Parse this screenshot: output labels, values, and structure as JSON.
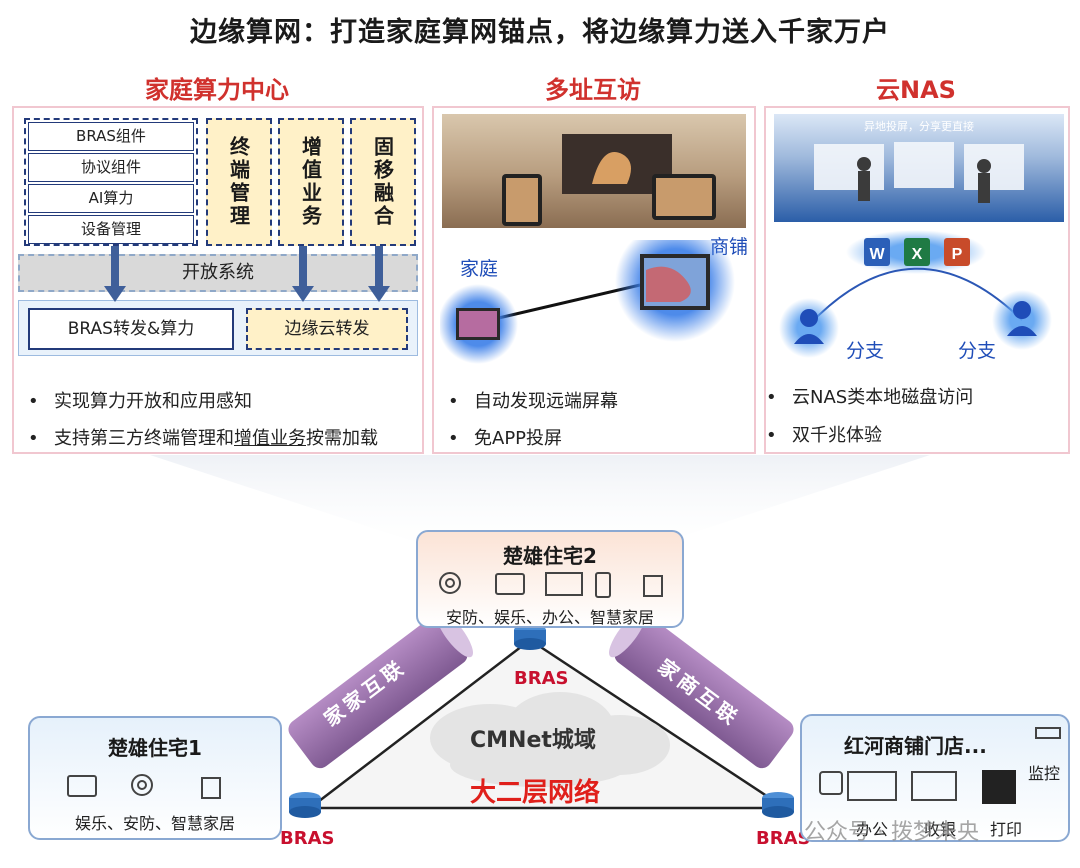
{
  "title": "边缘算网：打造家庭算网锚点，将边缘算力送入千家万户",
  "sections": {
    "home_compute": {
      "title": "家庭算力中心",
      "components": [
        "BRAS组件",
        "协议组件",
        "AI算力",
        "设备管理"
      ],
      "vertical_boxes": [
        "终端管理",
        "增值业务",
        "固移融合"
      ],
      "open_system": "开放系统",
      "forward_left": "BRAS转发&算力",
      "forward_right": "边缘云转发",
      "bullet1": "实现算力开放和应用感知",
      "bullet2_pre": "支持第三方终端管理和",
      "bullet2_underline": "增值业务",
      "bullet2_post": "按需加载"
    },
    "multi_site": {
      "title": "多址互访",
      "label_home": "家庭",
      "label_shop": "商铺",
      "bullet1": "自动发现远端屏幕",
      "bullet2": "免APP投屏"
    },
    "cloud_nas": {
      "title": "云NAS",
      "photo_caption": "异地投屏，分享更直接",
      "branch_left": "分支",
      "branch_right": "分支",
      "bullet1": "云NAS类本地磁盘访问",
      "bullet2": "双千兆体验",
      "office_icons": [
        "W",
        "X",
        "P"
      ]
    }
  },
  "network": {
    "top_site": {
      "title": "楚雄住宅2",
      "services": "安防、娱乐、办公、智慧家居"
    },
    "left_site": {
      "title": "楚雄住宅1",
      "services": "娱乐、安防、智慧家居"
    },
    "right_site": {
      "title": "红河商铺门店...",
      "monitor": "监控",
      "services": [
        "办公",
        "收银",
        "打印"
      ]
    },
    "bras": "BRAS",
    "cloud": "CMNet城域",
    "layer2": "大二层网络",
    "tube_left": "家家互联",
    "tube_right": "家商互联",
    "watermark": "公众号 · 拨梦未央"
  },
  "colors": {
    "title_red": "#d0312d",
    "navy": "#233a7a",
    "yellow_box": "#fff1c8",
    "tube_purple": "#9a6fa9",
    "bras_red": "#c8102e"
  }
}
